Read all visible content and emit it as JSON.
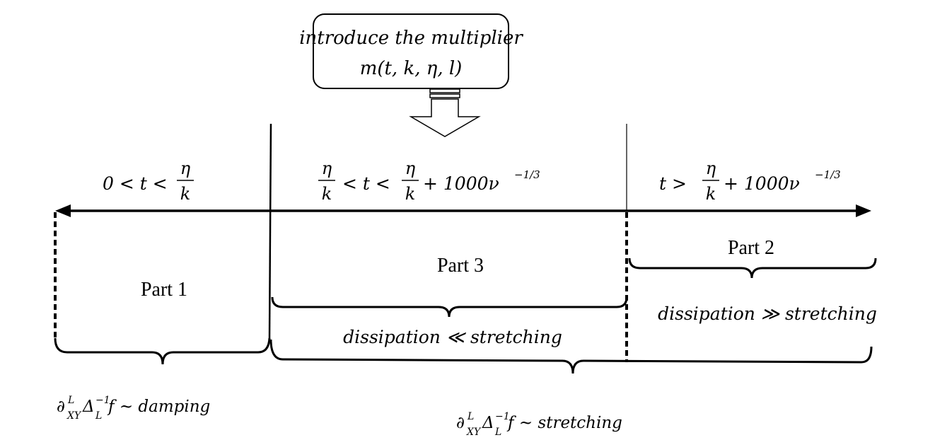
{
  "box": {
    "line1": "introduce the multiplier",
    "line2": "m(t, k,  η, l)"
  },
  "intervals": {
    "left": {
      "lhs": "0 < t <",
      "num": "η",
      "den": "k"
    },
    "middle": {
      "num1": "η",
      "den1": "k",
      "mid": "< t <",
      "num2": "η",
      "den2": "k",
      "rhs": "+ 1000ν",
      "sup": "−1/3"
    },
    "right": {
      "lhs": "t >",
      "num": "η",
      "den": "k",
      "rhs": "+ 1000ν",
      "sup": "−1/3"
    }
  },
  "parts": {
    "part1": "Part 1",
    "part3": "Part 3",
    "part2": "Part 2"
  },
  "regimes": {
    "part3": "dissipation ≪ stretching",
    "part2": "dissipation ≫ stretching"
  },
  "bottom": {
    "left": {
      "d": "∂",
      "sup1": "L",
      "sub1": "XY",
      "delta": "Δ",
      "sup2": "−1",
      "sub2": "L",
      "rest": "f ~ damping"
    },
    "right": {
      "d": "∂",
      "sup1": "L",
      "sub1": "XY",
      "delta": "Δ",
      "sup2": "−1",
      "sub2": "L",
      "rest": "f ~ stretching"
    }
  }
}
